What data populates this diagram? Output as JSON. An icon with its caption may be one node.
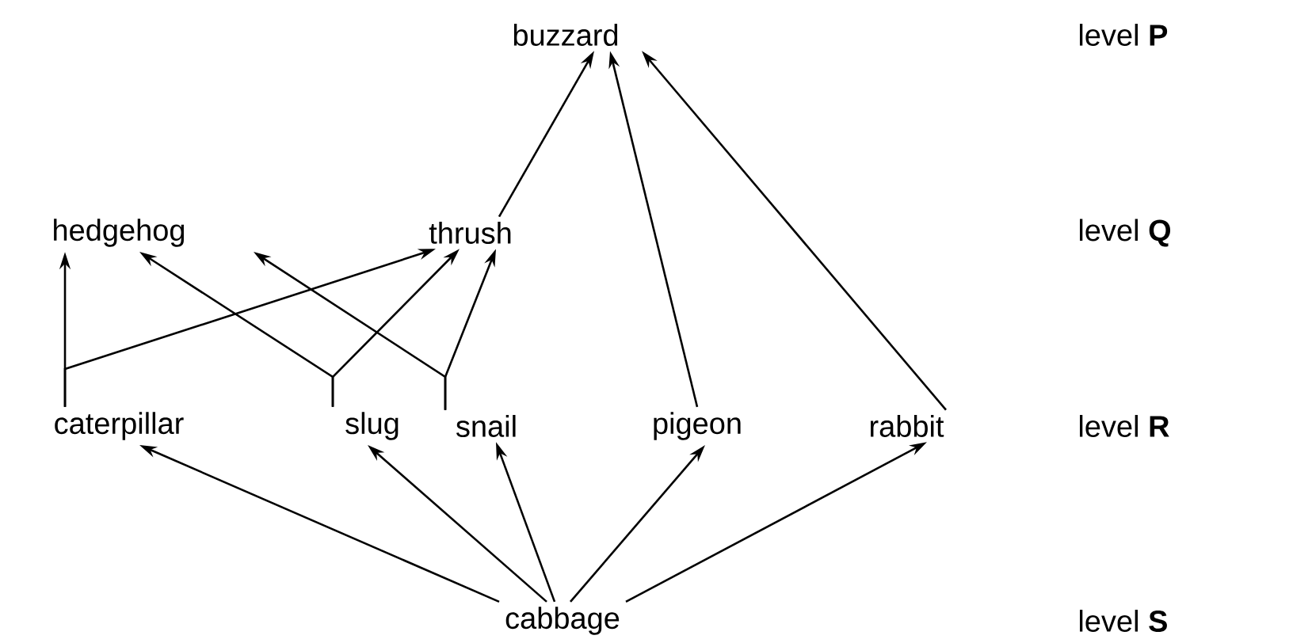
{
  "diagram": {
    "nodes": [
      {
        "text": [
          "buzzard"
        ]
      },
      {
        "text": [
          "hedgehog"
        ]
      },
      {
        "text": [
          "thrush"
        ]
      },
      {
        "text": [
          "caterpillar"
        ]
      },
      {
        "text": [
          "slug"
        ]
      },
      {
        "text": [
          "snail"
        ]
      },
      {
        "text": [
          "pigeon"
        ]
      },
      {
        "text": [
          "rabbit"
        ]
      },
      {
        "text": [
          "cabbage"
        ]
      }
    ],
    "edges": [
      {
        "from": 2,
        "to": 0,
        "arrow": "to"
      },
      {
        "from": 6,
        "to": 0,
        "arrow": "to"
      },
      {
        "from": 7,
        "to": 0,
        "arrow": "to"
      },
      {
        "from": 3,
        "to": 1,
        "arrow": "to"
      },
      {
        "from": 3,
        "to": 2,
        "arrow": "to"
      },
      {
        "from": 4,
        "to": 1,
        "arrow": "to"
      },
      {
        "from": 4,
        "to": 2,
        "arrow": "to"
      },
      {
        "from": 5,
        "to": 1,
        "arrow": "to"
      },
      {
        "from": 5,
        "to": 2,
        "arrow": "to"
      },
      {
        "from": 8,
        "to": 3,
        "arrow": "to"
      },
      {
        "from": 8,
        "to": 4,
        "arrow": "to"
      },
      {
        "from": 8,
        "to": 5,
        "arrow": "to"
      },
      {
        "from": 8,
        "to": 6,
        "arrow": "to"
      },
      {
        "from": 8,
        "to": 7,
        "arrow": "to"
      }
    ],
    "labels": [
      "level **P**",
      "level **Q**",
      "level **R**",
      "level **S**"
    ]
  }
}
